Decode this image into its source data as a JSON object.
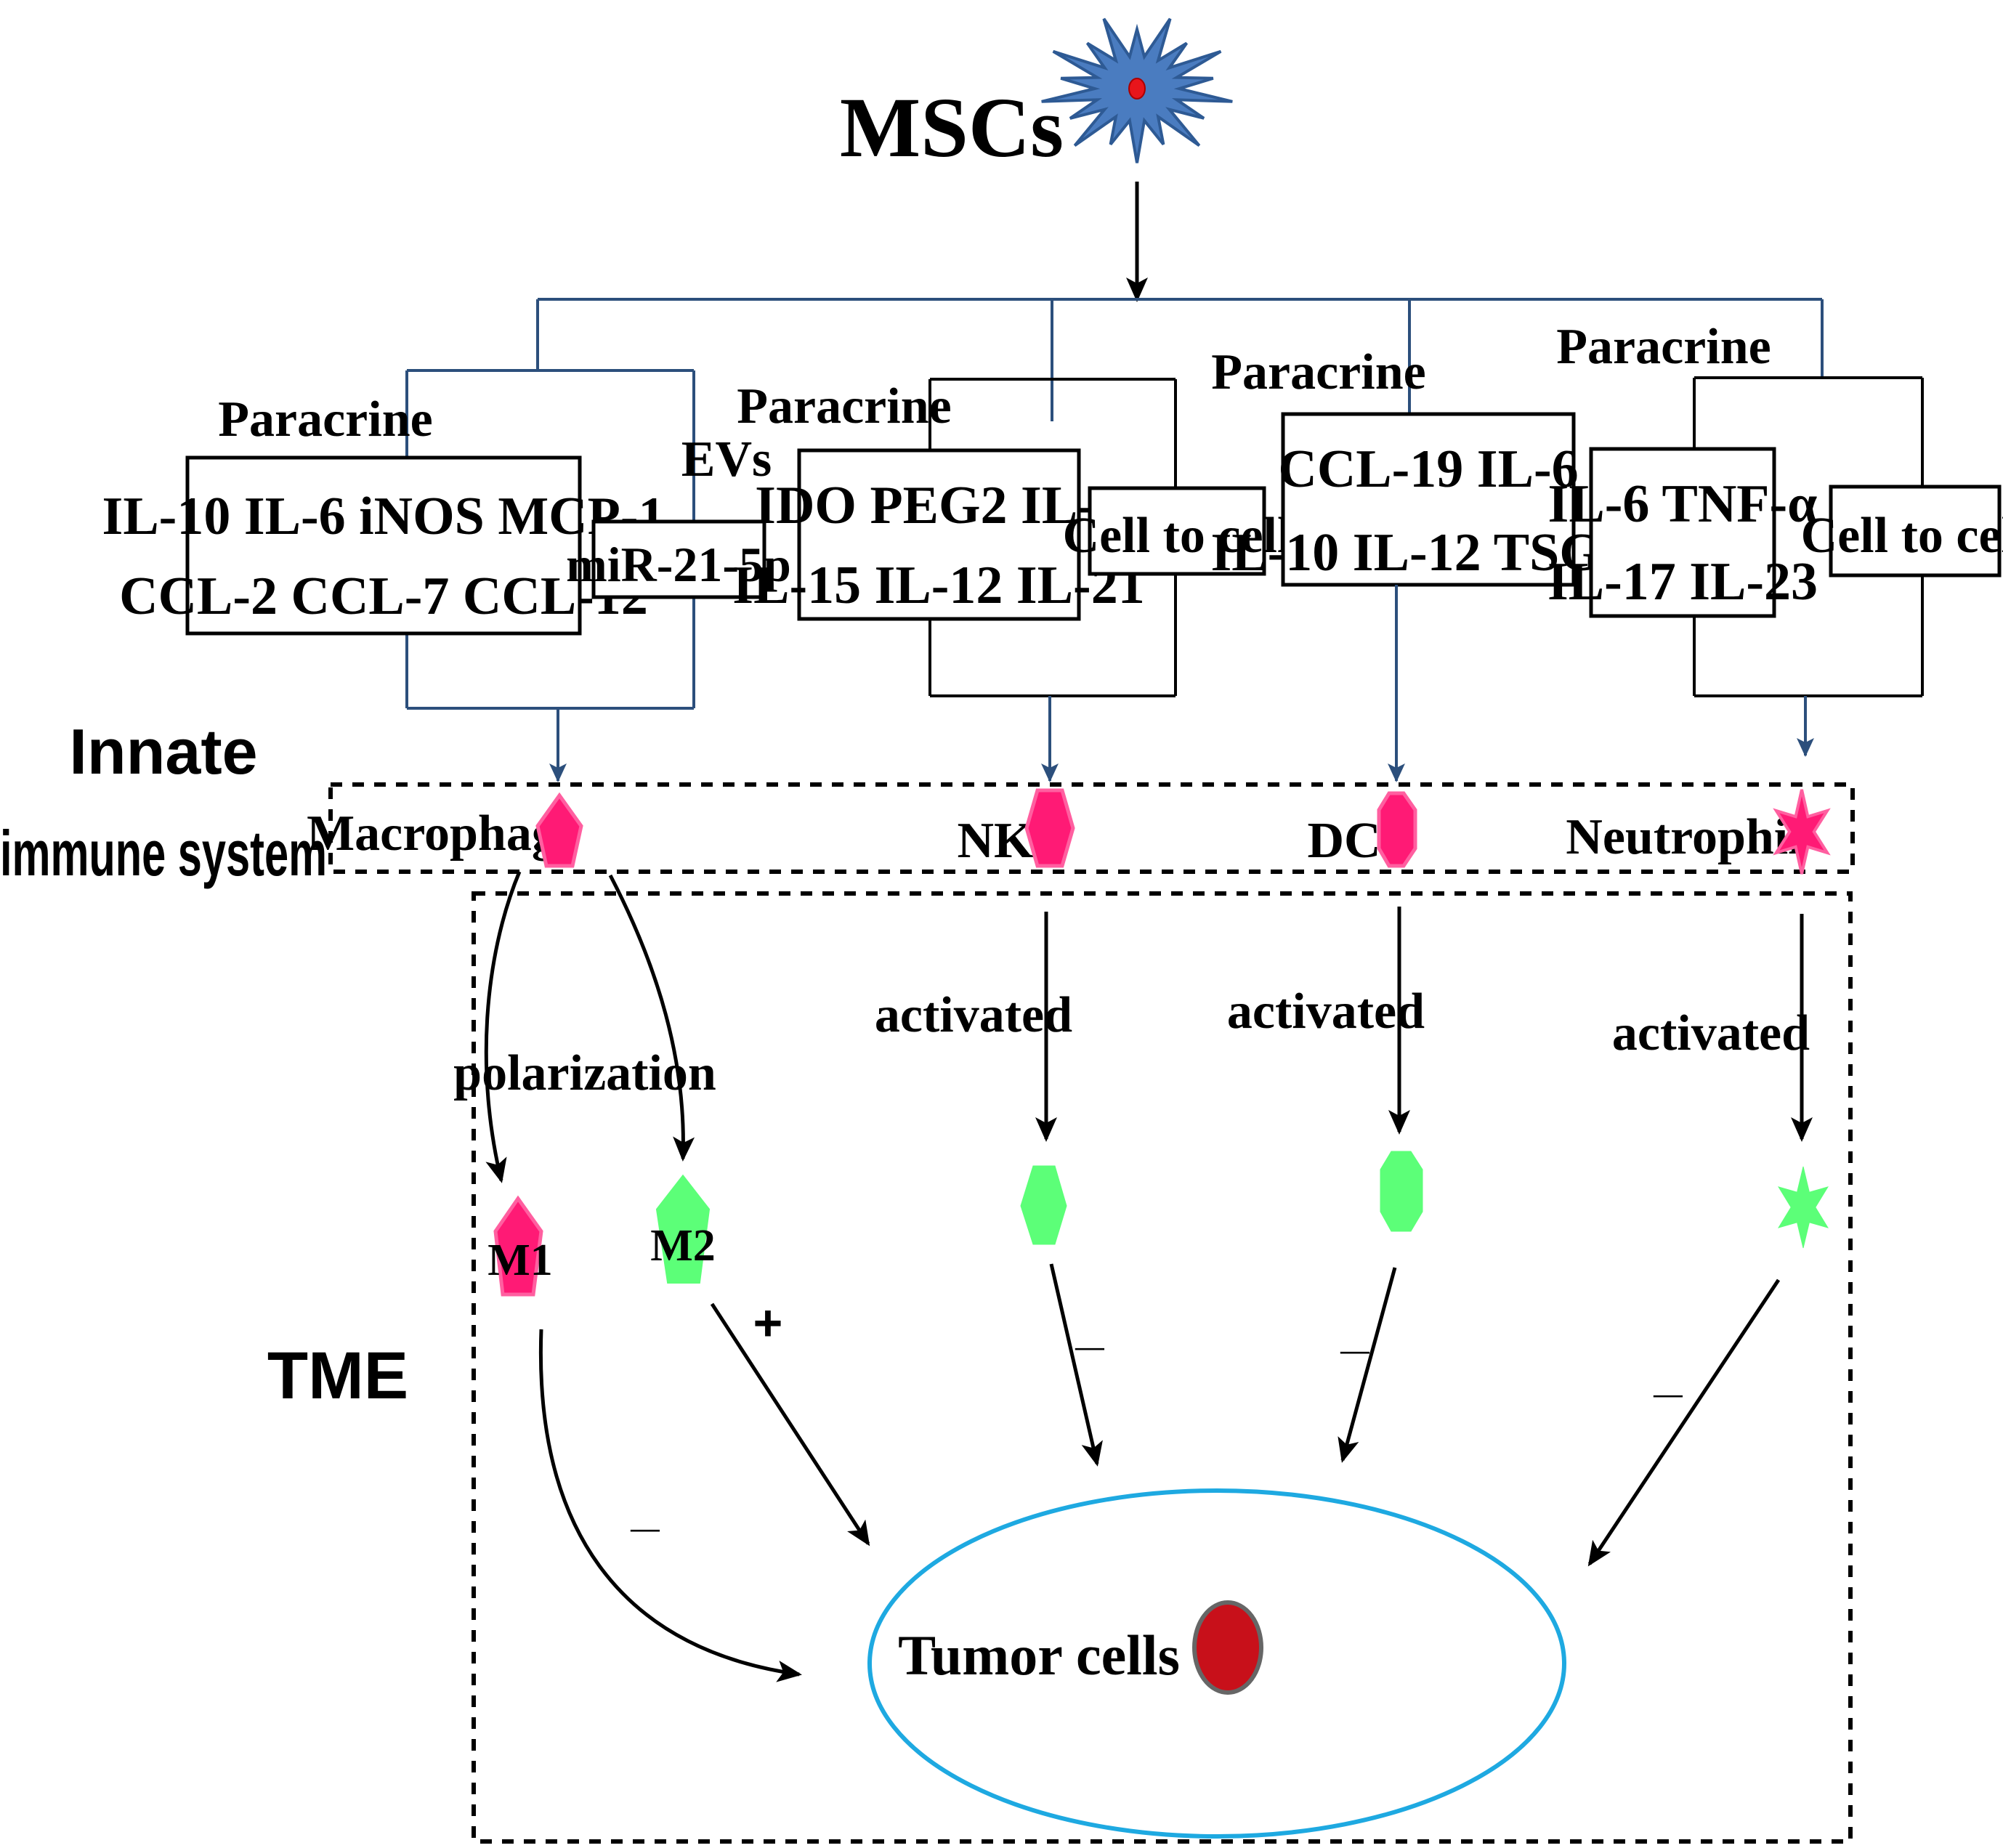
{
  "title": "MSCs",
  "colors": {
    "line_blue": "#2c4f7c",
    "msc_fill": "#4a7cc0",
    "msc_stroke": "#2e5a94",
    "msc_nucleus": "#e8151b",
    "immune_pink": "#ff1a75",
    "immune_pink_stroke": "#ff5fa0",
    "activated_green": "#5cff78",
    "tumor_ellipse": "#1ea9e1",
    "tumor_cell": "#c8101a",
    "tumor_cell_stroke": "#666666"
  },
  "groups": [
    {
      "id": "macrophage",
      "labels": {
        "paracrine": "Paracrine",
        "evs": "EVs"
      },
      "factors": {
        "line1": "IL-10 IL-6 iNOS MCP-1",
        "line2": "CCL-2  CCL-7  CCL-12"
      },
      "evs_factor": "miR-21-5p"
    },
    {
      "id": "nk",
      "labels": {
        "paracrine": "Paracrine"
      },
      "factors": {
        "line1": "IDO  PEG2 IL-2",
        "line2": "IL-15 IL-12 IL-21"
      },
      "contact": "Cell to cell"
    },
    {
      "id": "dc",
      "labels": {
        "paracrine": "Paracrine"
      },
      "factors": {
        "line1": "CCL-19  IL-6",
        "line2": "IL-10 IL-12 TSG-6"
      }
    },
    {
      "id": "neutrophil",
      "labels": {
        "paracrine": "Paracrine"
      },
      "factors": {
        "line1": "IL-6  TNF-α",
        "line2": "IL-17 IL-23"
      },
      "contact": "Cell to cell"
    }
  ],
  "innate": {
    "label_line1": "Innate",
    "label_line2": "immune system",
    "cells": [
      "Macrophage",
      "NK",
      "DC",
      "Neutrophil"
    ]
  },
  "tme": {
    "label": "TME",
    "polarization": "polarization",
    "m1": "M1",
    "m2": "M2",
    "activated": "activated",
    "plus": "+",
    "minus": "_",
    "tumor_label": "Tumor cells"
  }
}
